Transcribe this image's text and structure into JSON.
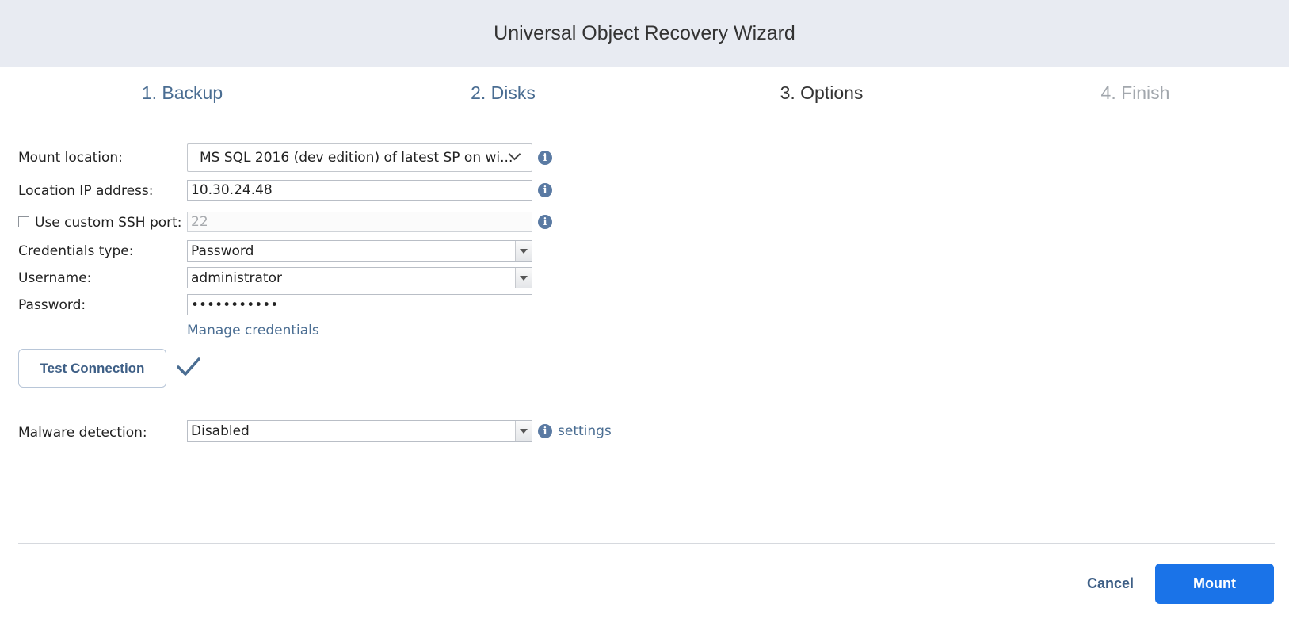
{
  "window": {
    "title": "Universal Object Recovery Wizard"
  },
  "steps": [
    {
      "label": "1. Backup",
      "state": "done"
    },
    {
      "label": "2. Disks",
      "state": "done"
    },
    {
      "label": "3. Options",
      "state": "active"
    },
    {
      "label": "4. Finish",
      "state": "todo"
    }
  ],
  "form": {
    "mount_location": {
      "label": "Mount location:",
      "value": "MS SQL 2016 (dev edition) of latest SP on wi..."
    },
    "location_ip": {
      "label": "Location IP address:",
      "value": "10.30.24.48"
    },
    "ssh_port": {
      "label": "Use custom SSH port:",
      "value": "22",
      "checked": false
    },
    "credentials_type": {
      "label": "Credentials type:",
      "value": "Password"
    },
    "username": {
      "label": "Username:",
      "value": "administrator"
    },
    "password": {
      "label": "Password:",
      "value": "•••••••••••"
    },
    "manage_credentials": "Manage credentials",
    "test_connection": "Test Connection",
    "malware_detection": {
      "label": "Malware detection:",
      "value": "Disabled",
      "settings_link": "settings"
    }
  },
  "footer": {
    "cancel_label": "Cancel",
    "mount_label": "Mount"
  },
  "colors": {
    "accent": "#1a73e8",
    "link": "#4a6d92",
    "header_bg": "#e8ebf2"
  }
}
